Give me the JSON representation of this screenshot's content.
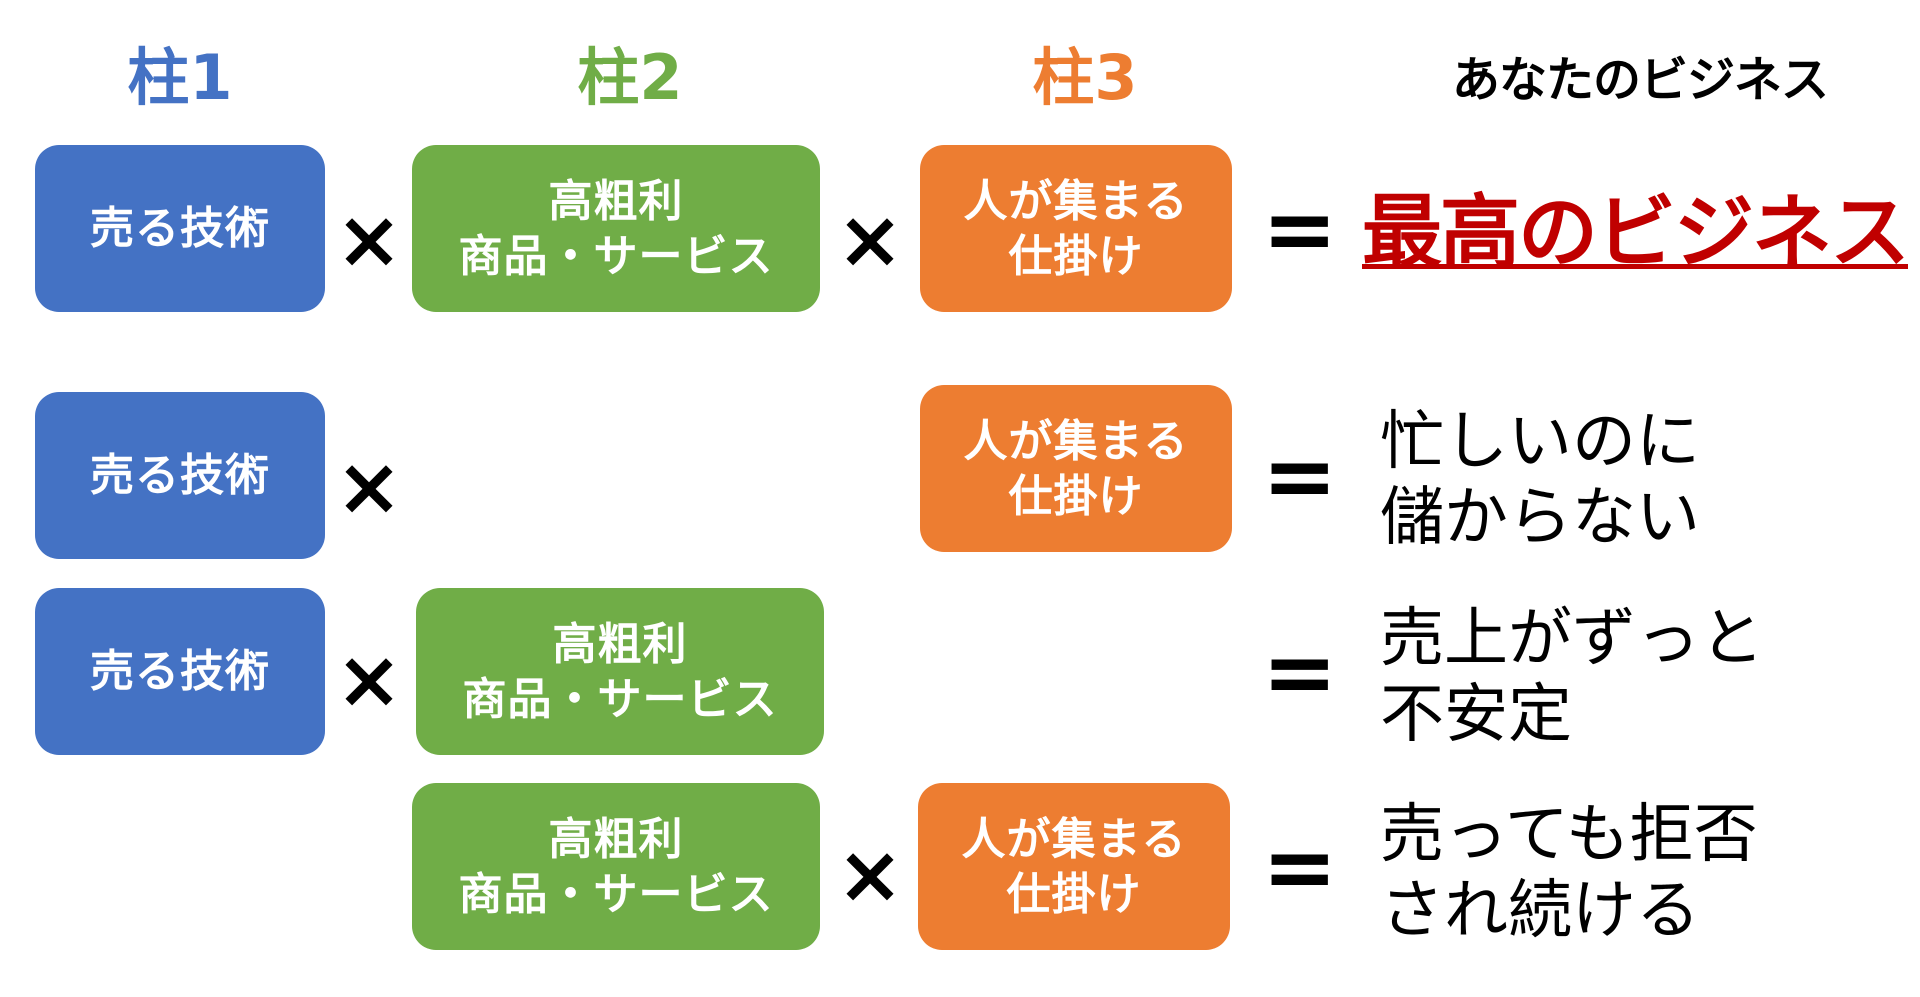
{
  "headers": {
    "pillar1": "柱1",
    "pillar2": "柱2",
    "pillar3": "柱3",
    "your_business": "あなたのビジネス"
  },
  "colors": {
    "pillar1": "#4472c4",
    "pillar2": "#70ad47",
    "pillar3": "#ed7d31",
    "best_result": "#c00000"
  },
  "operators": {
    "times": "×",
    "equals": "="
  },
  "pillar_labels": {
    "sales_skill": "売る技術",
    "product_line1": "高粗利",
    "product_line2": "商品・サービス",
    "attract_line1": "人が集まる",
    "attract_line2": "仕掛け"
  },
  "results": {
    "row1": "最高のビジネス",
    "row2_line1": "忙しいのに",
    "row2_line2": "儲からない",
    "row3_line1": "売上がずっと",
    "row3_line2": "不安定",
    "row4_line1": "売っても拒否",
    "row4_line2": "され続ける"
  }
}
